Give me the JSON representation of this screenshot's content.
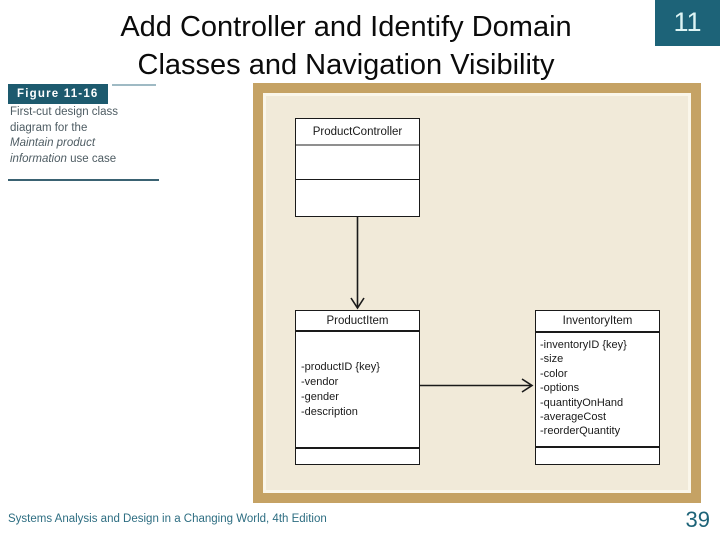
{
  "slide": {
    "title_line1": "Add Controller and Identify Domain",
    "title_line2": "Classes and Navigation Visibility",
    "slide_number": "11",
    "footer": "Systems Analysis and Design in a Changing World, 4th Edition",
    "page_number": "39"
  },
  "figure": {
    "label": "Figure 11-16",
    "caption": {
      "line1": "First-cut design class",
      "line2": "diagram for the",
      "italic_line": "Maintain product",
      "italic_word": "information",
      "tail": " use case"
    }
  },
  "diagram": {
    "classes": [
      {
        "name": "ProductController",
        "attributes": []
      },
      {
        "name": "ProductItem",
        "attributes": [
          "-productID {key}",
          "-vendor",
          "-gender",
          "-description"
        ]
      },
      {
        "name": "InventoryItem",
        "attributes": [
          "-inventoryID {key}",
          "-size",
          "-color",
          "-options",
          "-quantityOnHand",
          "-averageCost",
          "-reorderQuantity"
        ]
      }
    ],
    "relations": [
      {
        "from": "ProductController",
        "to": "ProductItem",
        "type": "navigation-arrow-down"
      },
      {
        "from": "ProductItem",
        "to": "InventoryItem",
        "type": "navigation-arrow-right"
      }
    ]
  },
  "colors": {
    "accent_teal": "#1d6378",
    "figure_label_teal": "#1d5a6e",
    "frame_tan": "#c5a264",
    "diagram_bg": "#f1ead9",
    "footer_teal": "#2e6e82"
  }
}
